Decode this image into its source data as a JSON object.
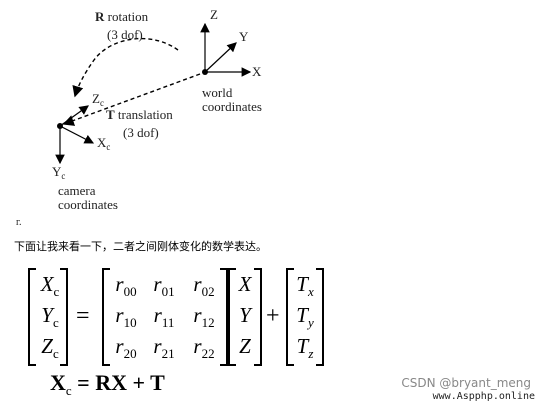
{
  "diagram": {
    "rotation_label": "R rotation",
    "rotation_dof": "(3 dof)",
    "translation_label": "T translation",
    "translation_dof": "(3 dof)",
    "camera_coords_line1": "camera",
    "camera_coords_line2": "coordinates",
    "world_coords_line1": "world",
    "world_coords_line2": "coordinates",
    "world_axis_z": "Z",
    "world_axis_y": "Y",
    "world_axis_x": "X",
    "cam_axis_z": "Z",
    "cam_axis_x": "X",
    "cam_axis_y": "Y",
    "cam_axis_sub": "c",
    "stray_mark": "г."
  },
  "caption": "下面让我来看一下，二者之间刚体变化的数学表达。",
  "equation": {
    "lhs": [
      {
        "sym": "X",
        "sub": "c"
      },
      {
        "sym": "Y",
        "sub": "c"
      },
      {
        "sym": "Z",
        "sub": "c"
      }
    ],
    "rotation": [
      [
        {
          "sym": "r",
          "sub": "00"
        },
        {
          "sym": "r",
          "sub": "01"
        },
        {
          "sym": "r",
          "sub": "02"
        }
      ],
      [
        {
          "sym": "r",
          "sub": "10"
        },
        {
          "sym": "r",
          "sub": "11"
        },
        {
          "sym": "r",
          "sub": "12"
        }
      ],
      [
        {
          "sym": "r",
          "sub": "20"
        },
        {
          "sym": "r",
          "sub": "21"
        },
        {
          "sym": "r",
          "sub": "22"
        }
      ]
    ],
    "world": [
      "X",
      "Y",
      "Z"
    ],
    "translation": [
      {
        "sym": "T",
        "sub": "x"
      },
      {
        "sym": "T",
        "sub": "y"
      },
      {
        "sym": "T",
        "sub": "z"
      }
    ],
    "equals": "=",
    "plus": "+",
    "compact": {
      "lhs": "X",
      "lhs_sub": "c",
      "rhs": "= RX + T"
    }
  },
  "watermark": {
    "csdn": "CSDN @bryant_meng",
    "site": "www.Aspphp.online"
  }
}
